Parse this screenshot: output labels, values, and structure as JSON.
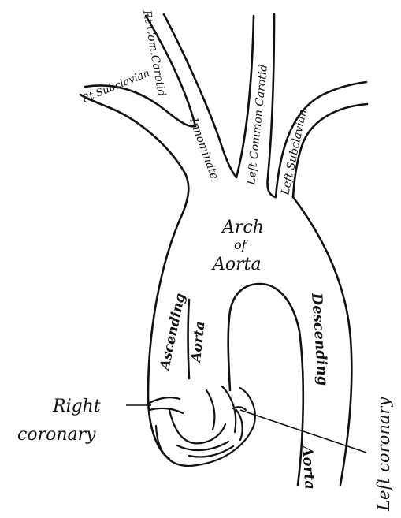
{
  "diagram": {
    "labels": {
      "rt_com_carotid": "Rt Com.Carotid",
      "rt_subclavian": "Rt Subclavian",
      "innominate": "Innominate",
      "left_common_carotid": "Left Common Carotid",
      "left_subclavian": "Left Subclavian",
      "arch_line1": "Arch",
      "arch_line2": "of",
      "arch_line3": "Aorta",
      "ascending_line1": "Ascending",
      "ascending_line2": "Aorta",
      "descending_line1": "Descending",
      "descending_line2": "Aorta",
      "right_coronary_line1": "Right",
      "right_coronary_line2": "coronary",
      "left_coronary": "Left coronary"
    },
    "colors": {
      "ink": "#111111",
      "paper": "#ffffff"
    }
  }
}
